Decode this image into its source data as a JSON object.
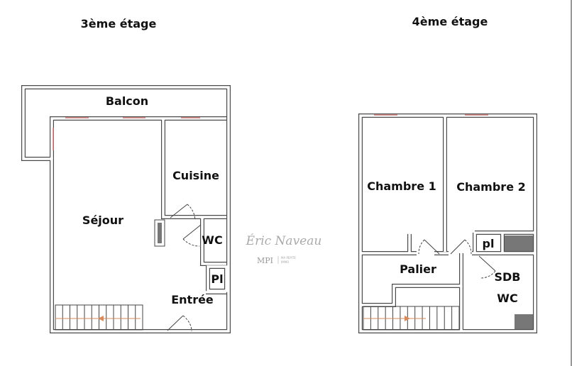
{
  "floors": [
    {
      "title": "3ème étage",
      "rooms": {
        "balcon": "Balcon",
        "cuisine": "Cuisine",
        "sejour": "Séjour",
        "wc": "WC",
        "placard": "Pl",
        "entree": "Entrée"
      }
    },
    {
      "title": "4ème étage",
      "rooms": {
        "chambre1": "Chambre 1",
        "chambre2": "Chambre 2",
        "placard": "pl",
        "palier": "Palier",
        "sdb": "SDB",
        "wc": "WC"
      }
    }
  ],
  "watermark": {
    "name": "Éric Naveau",
    "brand": "MPI",
    "tagline_1": "MA PEPITE",
    "tagline_2": "IMMO"
  },
  "colors": {
    "wall": "#4a4a4a",
    "window": "#cc7777",
    "stair_arrow": "#d98a5a",
    "fixture": "#777777"
  }
}
